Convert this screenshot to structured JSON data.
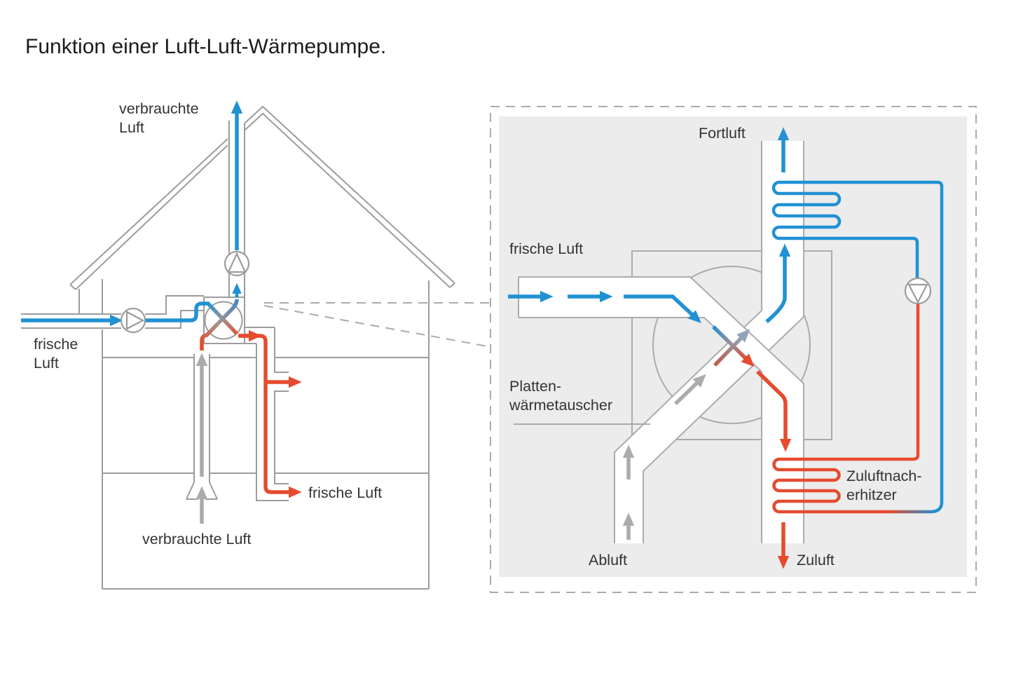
{
  "title": "Funktion einer Luft-Luft-Wärmepumpe.",
  "house": {
    "exhaust_top_line1": "verbrauchte",
    "exhaust_top_line2": "Luft",
    "fresh_in_line1": "frische",
    "fresh_in_line2": "Luft",
    "fresh_out": "frische Luft",
    "exhaust_bottom": "verbrauchte Luft"
  },
  "detail": {
    "fortluft": "Fortluft",
    "frische_luft": "frische Luft",
    "platten_line1": "Platten-",
    "platten_line2": "wärmetauscher",
    "zuluftnach_line1": "Zuluftnach-",
    "zuluftnach_line2": "erhitzer",
    "abluft": "Abluft",
    "zuluft": "Zuluft"
  },
  "colors": {
    "blue": "#2191D4",
    "red": "#E64B2F",
    "gray": "#ABABAB",
    "house_gray": "#9C9C9C",
    "panel_bg": "#ECECEC",
    "slate": "#8FA3B8",
    "text": "#333333"
  }
}
